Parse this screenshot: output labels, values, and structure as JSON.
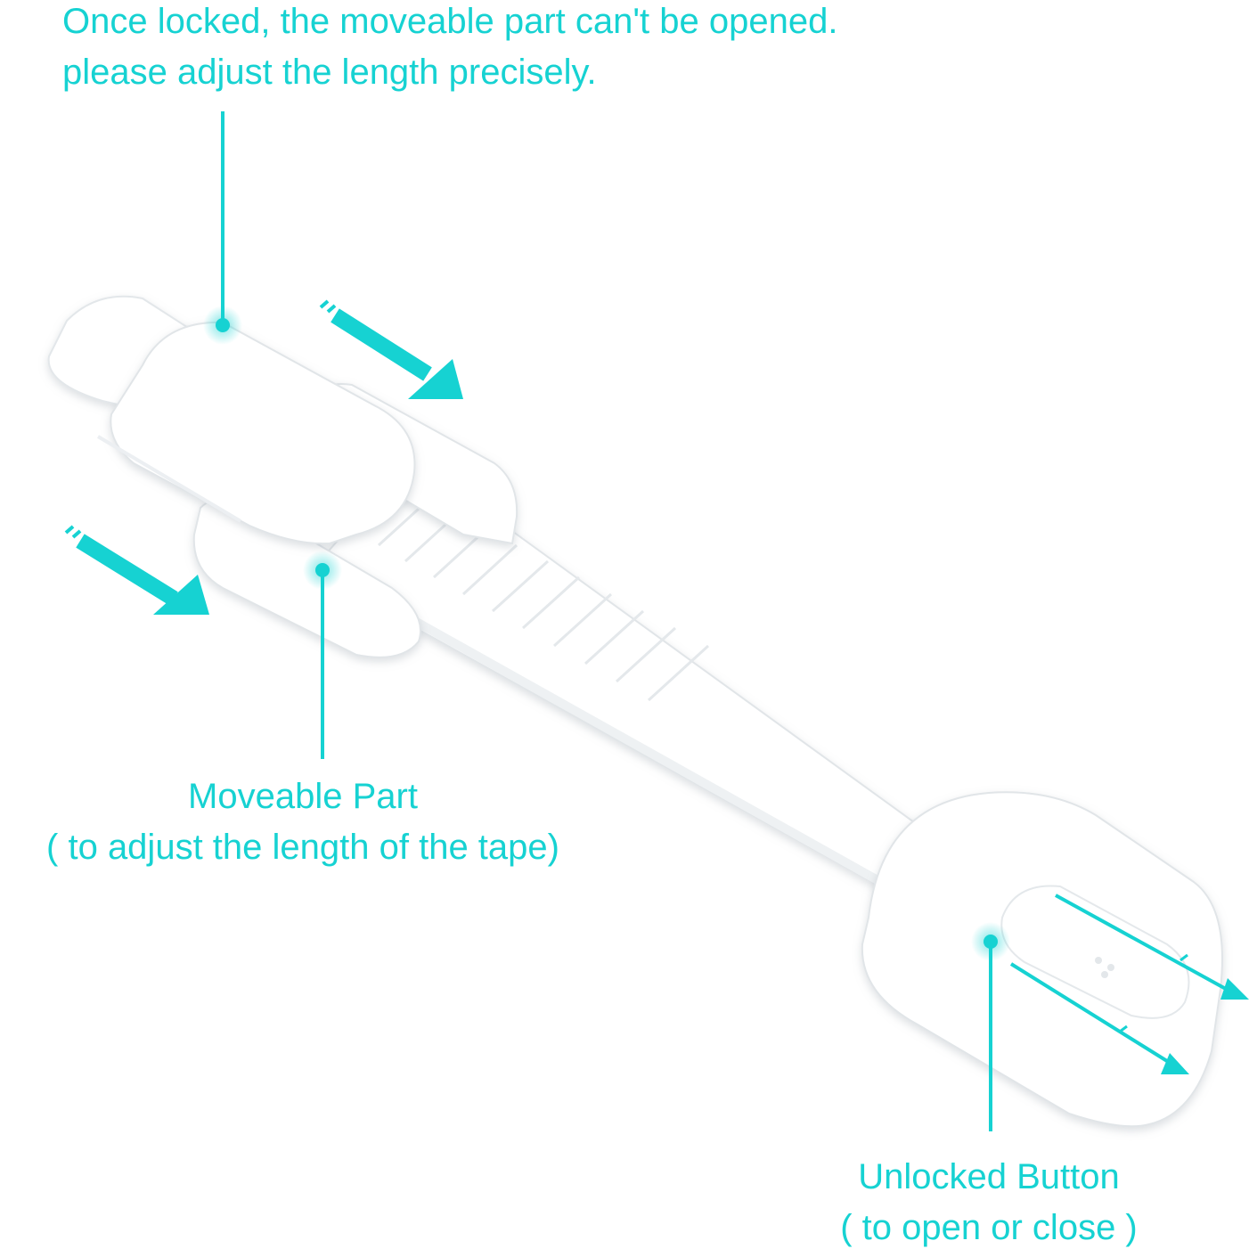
{
  "annotations": {
    "lock_note": {
      "line1": "Once locked, the moveable part can't be opened.",
      "line2": "please adjust the length precisely."
    },
    "moveable_part": {
      "line1": "Moveable Part",
      "line2": "( to adjust the length of the tape)"
    },
    "unlock_button": {
      "line1": "Unlocked Button",
      "line2": "( to open or close )"
    }
  },
  "colors": {
    "accent": "#16d2d2",
    "product": "#ffffff",
    "product_shadow": "#e6e9ec"
  }
}
